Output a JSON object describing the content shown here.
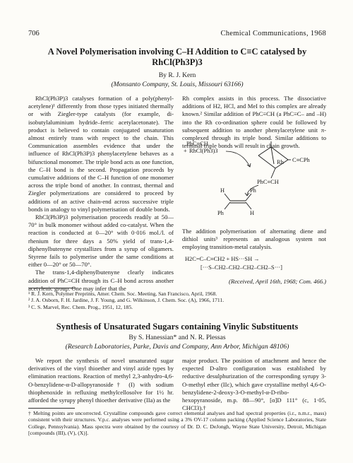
{
  "header": {
    "page_number": "706",
    "journal": "Chemical Communications, 1968"
  },
  "article1": {
    "title": "A Novel Polymerisation involving C–H Addition to C≡C catalysed by RhCl(Ph3P)3",
    "author": "By R. J. Kern",
    "affiliation": "(Monsanto Company, St. Louis, Missouri 63166)",
    "col1": [
      "RhCl(Ph3P)3 catalyses formation of a poly(phenyl-acetylene)¹ differently from those types initiated thermally or with Ziegler-type catalysts (for example, di-isobutylaluminium hydride–ferric acetylacetonate). The product is believed to contain conjugated unsaturation almost entirely trans with respect to the chain. This Communication assembles evidence that under the influence of RhCl(Ph3P)3 phenylacetylene behaves as a bifunctional monomer. The triple bond acts as one function, the C–H bond is the second. Propagation proceeds by cumulative additions of the C–H function of one monomer across the triple bond of another. In contrast, thermal and Ziegler polymerizations are considered to proceed by additions of an active chain-end across successive triple bonds in analogy to vinyl polymerisation of double bonds.",
      "RhCl(Ph3P)3 polymerisation proceeds readily at 50—70° in bulk monomer without added co-catalyst. When the reaction is conducted at 0—20° with 0·016 mol./l. of rhenium for three days a 50% yield of trans-1,4-diphenylbutenyne crystallizes from a syrup of oligamers. Styrene fails to polymerise under the same conditions at either 0—20° or 50—70°.",
      "The trans-1,4-diphenylbutenyne clearly indicates addition of PhC≡CH through its C–H bond across another acetylenic group. One may infer that the"
    ],
    "col2_top": "Rh complex assists in this process. The dissociative additions of H2, HCl, and MeI to this complex are already known.² Similar addition of PhC≡CH (a PhC≡C– and –H) into the Rh co-ordination sphere could be followed by subsequent addition to another phenylacetylene unit π-complexed through its triple bond. Similar additions to terminal triple bonds will result in chain growth.",
    "scheme": {
      "reactant1": "PhC≡CH",
      "plus": "+",
      "reactant2": "RhCl(Ph3)3",
      "rh_label": "Rh",
      "ring_sub": "C≡CPh",
      "ring_bottom": "PhC≡CH",
      "h_left": "H",
      "ph_right": "Ph",
      "ph_left": "Ph",
      "h_right": "H"
    },
    "col2_bottom": "The addition polymerisation of alternating diene and dithiol units³ represents an analogous system not employing transition-metal catalysis.",
    "polymer_line1": "H2C=C–C≡CH2 + HS···SH →",
    "polymer_line2": "[···S–CH2–CH2–CH2–CH2–S···]",
    "received": "(Received, April 16th, 1968; Com. 466.)"
  },
  "references1": [
    "¹ R. J. Kern, Polymer Preprints, Amer. Chem. Soc. Meeting, San Francisco, April, 1968.",
    "² J. A. Osborn, F. H. Jardine, J. F. Young, and G. Wilkinson, J. Chem. Soc. (A), 1966, 1711.",
    "³ C. S. Marvel, Rec. Chem. Prog., 1951, 12, 185."
  ],
  "article2": {
    "title": "Synthesis of Unsaturated Sugars containing Vinylic Substituents",
    "authors": "By S. Hanessian* and N. R. Plessas",
    "affiliation": "(Research Laboratories, Parke, Davis and Company, Ann Arbor, Michigan 48106)",
    "col1": "We report the synthesis of novel unsaturated sugar derivatives of the vinyl thioether and vinyl azide types by elimination reactions. Reaction of methyl 2,3-anhydro-4,6-O-benzylidene-α-D-allopyranoside† (I) with sodium thiophenoxide in refluxing methylcellosolve for 1½ hr. afforded the syrupy phenyl thioether derivative (IIa) as the",
    "col2": "major product. The position of attachment and hence the expected D-altro configuration was established by reductive desulphurization of the corresponding syrupy 3-O-methyl ether (IIc), which gave crystalline methyl 4,6-O-benzylidene-2-deoxy-3-O-methyl-α-D-ribo-hexopyranoside, m.p. 88—90°, [α]D 111° (c, 1·05, CHCl3).†"
  },
  "footnote": "† Melting points are uncorrected. Crystalline compounds gave correct elemental analyses and had spectral properties (i.r., n.m.r., mass) consistent with their structures. V.p.c. analyses were performed using a 3% OV-17 column packing (Applied Science Laboratories, State College, Pennsylvania). Mass spectra were obtained by the courtesy of Dr. D. C. DeJongh, Wayne State University, Detroit, Michigan [compounds (III), (V), (X)]."
}
